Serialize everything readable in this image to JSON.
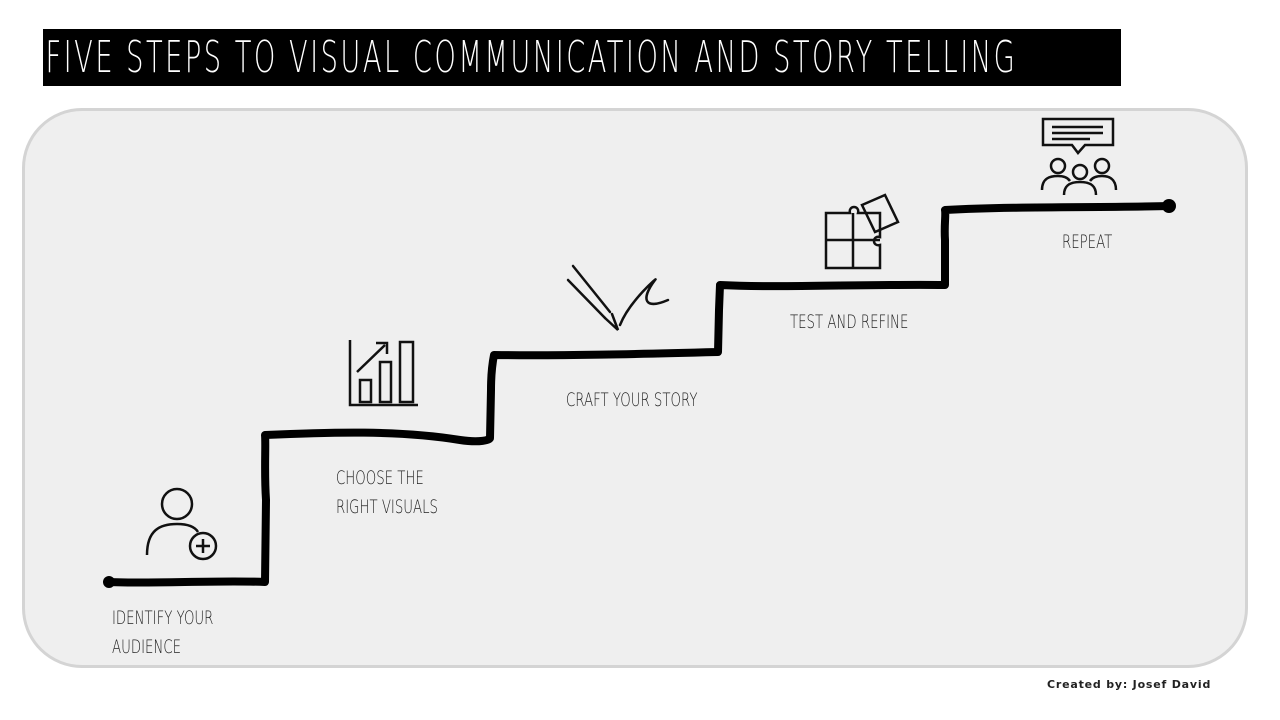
{
  "title": "FIVE STEPS TO VISUAL COMMUNICATION AND STORY TELLING",
  "steps": [
    {
      "line1": "IDENTIFY YOUR",
      "line2": "AUDIENCE",
      "icon": "user-add-icon"
    },
    {
      "line1": "CHOOSE THE",
      "line2": "RIGHT VISUALS",
      "icon": "bar-chart-growth-icon"
    },
    {
      "line1": "CRAFT YOUR STORY",
      "line2": "",
      "icon": "pen-writing-icon"
    },
    {
      "line1": "TEST AND REFINE",
      "line2": "",
      "icon": "puzzle-icon"
    },
    {
      "line1": "REPEAT",
      "line2": "",
      "icon": "audience-speech-icon"
    }
  ],
  "credit": "Created by: Josef David",
  "colors": {
    "title_bg": "#000000",
    "board_bg": "#efefef",
    "stroke": "#000000"
  }
}
